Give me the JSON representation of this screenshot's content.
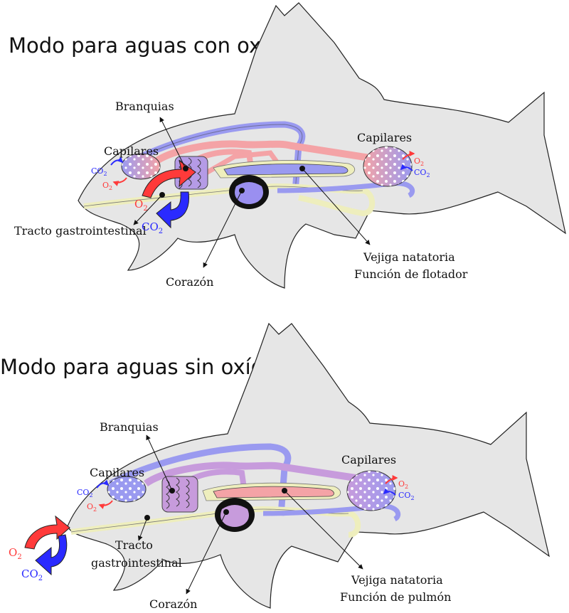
{
  "colors": {
    "fish_body": "#e6e6e6",
    "outline": "#222222",
    "vein_blue": "#9a9af0",
    "artery_red": "#f4a3a6",
    "mixed_purple": "#c79bdc",
    "gut_yellow": "#eeeebd",
    "heart": "#9a8ff0",
    "o2_arrow": "#ff3a3a",
    "co2_arrow": "#2a2aff"
  },
  "top": {
    "title": "Modo para aguas con oxígeno",
    "labels": {
      "branquias": "Branquias",
      "capilares_left": "Capilares",
      "capilares_right": "Capilares",
      "tracto": "Tracto gastrointestinal",
      "corazon": "Corazón",
      "vejiga_1": "Vejiga natatoria",
      "vejiga_2": "Función de flotador"
    }
  },
  "bottom": {
    "title": "Modo para aguas sin oxígeno",
    "labels": {
      "branquias": "Branquias",
      "capilares_left": "Capilares",
      "capilares_right": "Capilares",
      "tracto_1": "Tracto",
      "tracto_2": "gastrointestinal",
      "corazon": "Corazón",
      "vejiga_1": "Vejiga natatoria",
      "vejiga_2": "Función de pulmón"
    }
  },
  "gas": {
    "o2": "O",
    "co2": "CO",
    "sub": "2"
  }
}
